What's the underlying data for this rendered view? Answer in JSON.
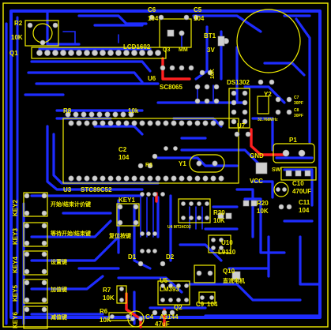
{
  "labels": {
    "r2": "R2",
    "r2_val": "10K",
    "q1": "Q1",
    "c6": "C6",
    "c6_val": "104",
    "c5": "C5",
    "c5_val": "104",
    "lcd": "LCD1602",
    "q3": "Q3",
    "q3_val": "MM",
    "bt1": "BT1",
    "bt1_v": "3V",
    "u6": "U6",
    "sc8065": "SC8065",
    "r_10k_v": "10K",
    "ds1302": "DS1302",
    "y2": "Y2",
    "y2_freq": "32.768MHz",
    "c7": "C7",
    "c7_val": "30PF",
    "c8": "C8",
    "c8_val": "30PF",
    "u7": "U7",
    "r8": "R8",
    "r8_val": "10k",
    "c2": "C2",
    "c2_val": "104",
    "u3": "U3",
    "stc": "STC89C52",
    "r3": "R3",
    "y1": "Y1",
    "p1": "P1",
    "gnd": "GND",
    "sw": "SW",
    "vcc": "VCC",
    "c10": "C10",
    "c10_val": "470UF",
    "c11": "C11",
    "c11_val": "104",
    "key1": "KEY1",
    "key2": "KEY2",
    "key3": "KEY3",
    "key4": "KEY4",
    "key5": "KEY5",
    "key6": "KEY6",
    "text_start": "开始/结束计价键",
    "text_wait": "等待开始/结束键",
    "text_set": "设置键",
    "text_add": "加值键",
    "text_sub": "减值键",
    "text_reset": "复位按键",
    "r20": "R20",
    "r20_val": "10K",
    "r30": "R30",
    "r30_val": "10K",
    "u4": "U4 MT24C02",
    "u10": "U10",
    "l9110": "L9110",
    "d1": "D1",
    "d2": "D2",
    "q10": "Q10",
    "motor": "直流电机",
    "u5": "U5",
    "lm393": "LM393",
    "r7": "R7",
    "r7_val": "10K",
    "c9": "C9",
    "c9_val": "104",
    "r6": "R6",
    "r6_val": "10K",
    "a3144": "A3144",
    "q2": "Q2",
    "c4": "C4",
    "c4_val": "47uF"
  },
  "colors": {
    "background": "#000000",
    "copper_top": "#1e2cff",
    "copper_bottom": "#ff2020",
    "silkscreen": "#f2ee00",
    "pad": "#cfcfcf",
    "outline": "#f2ee00"
  }
}
